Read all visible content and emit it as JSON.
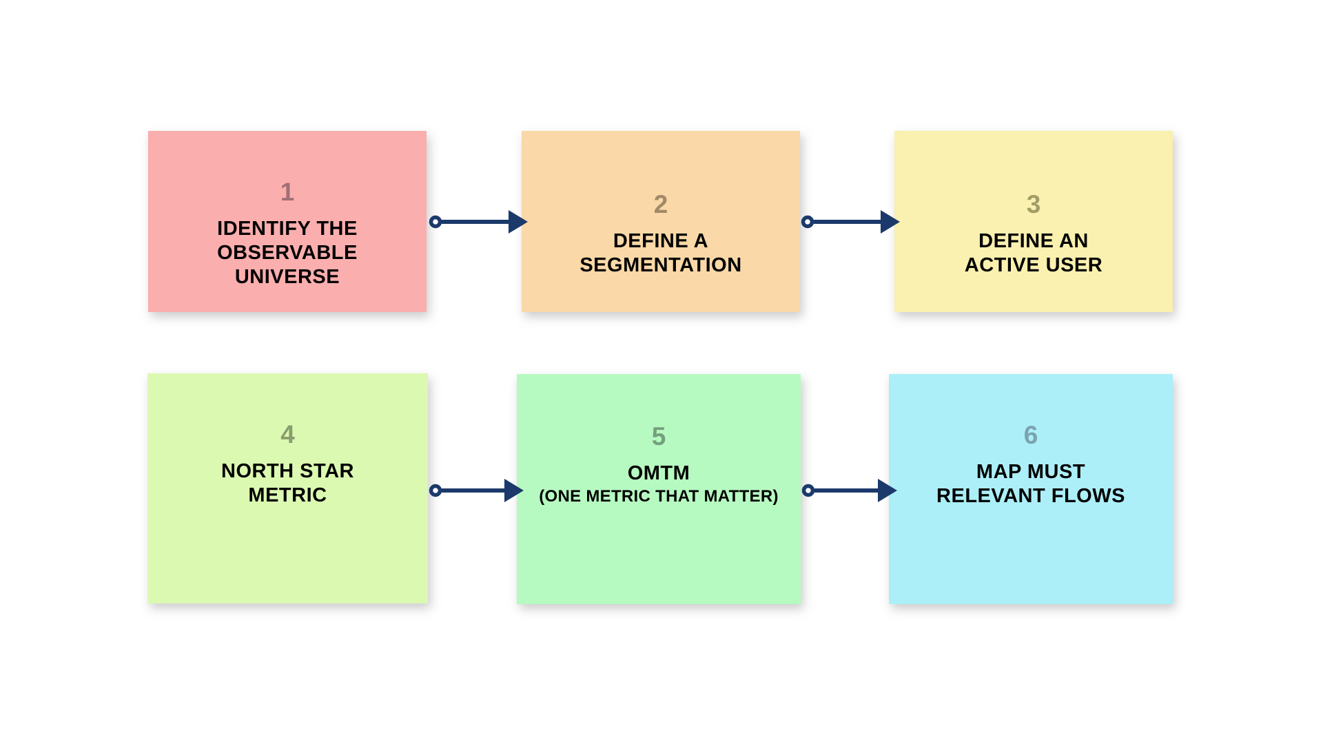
{
  "diagram": {
    "background_color": "#ffffff",
    "arrow_color": "#1b3a6b",
    "title_text_color": "#000000",
    "steps": [
      {
        "number": "1",
        "title": "IDENTIFY THE\nOBSERVABLE\nUNIVERSE",
        "background": "#fbaeae",
        "number_color": "#a06f73"
      },
      {
        "number": "2",
        "title": "DEFINE A\nSEGMENTATION",
        "background": "#fad8a7",
        "number_color": "#a18a68"
      },
      {
        "number": "3",
        "title": "DEFINE AN\nACTIVE USER",
        "background": "#faf0af",
        "number_color": "#a29d68"
      },
      {
        "number": "4",
        "title": "NORTH STAR\nMETRIC",
        "background": "#dcf9b2",
        "number_color": "#889e6d"
      },
      {
        "number": "5",
        "title": "OMTM",
        "subtitle": "(ONE METRIC THAT MATTER)",
        "background": "#b6fac1",
        "number_color": "#74a07e"
      },
      {
        "number": "6",
        "title": "MAP MUST\nRELEVANT FLOWS",
        "background": "#aceff8",
        "number_color": "#7ba4b0"
      }
    ],
    "connectors": [
      {
        "from": "1",
        "to": "2"
      },
      {
        "from": "2",
        "to": "3"
      },
      {
        "from": "4",
        "to": "5"
      },
      {
        "from": "5",
        "to": "6"
      }
    ]
  }
}
